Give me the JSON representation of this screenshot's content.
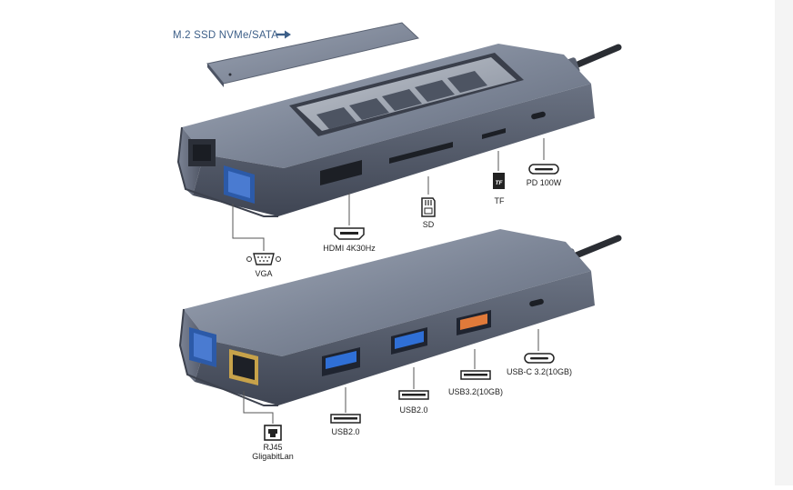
{
  "ssd_label": "M.2 SSD NVMe/SATA",
  "top_hub": {
    "labels": {
      "hdmi": "HDMI 4K30Hz",
      "sd": "SD",
      "tf": "TF",
      "tf_card": "TF",
      "pd": "PD 100W",
      "vga": "VGA"
    }
  },
  "bottom_hub": {
    "labels": {
      "rj45_line1": "RJ45",
      "rj45_line2": "GligabitLan",
      "usb2_left": "USB2.0",
      "usb2_mid": "USB2.0",
      "usb32": "USB3.2(10GB)",
      "usbc": "USB-C 3.2(10GB)"
    }
  },
  "colors": {
    "body_metal": "#5f6676",
    "body_top": "#8a92a2",
    "port_blue": "#2f6fd6",
    "port_orange": "#e07a3a",
    "ssd_label": "#3d5f88"
  }
}
